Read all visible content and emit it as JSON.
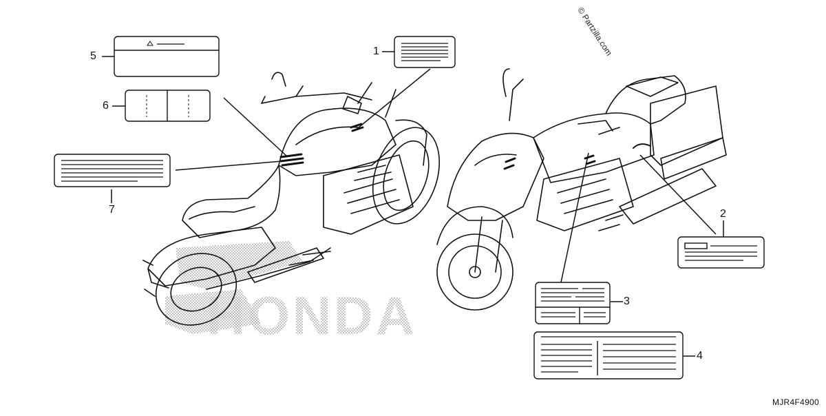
{
  "watermark": "© Partzilla.com",
  "diagram_code": "MJR4F4900",
  "brand_watermark": "HONDA",
  "callouts": [
    {
      "id": "1",
      "label": "1"
    },
    {
      "id": "2",
      "label": "2"
    },
    {
      "id": "3",
      "label": "3"
    },
    {
      "id": "4",
      "label": "4"
    },
    {
      "id": "5",
      "label": "5"
    },
    {
      "id": "6",
      "label": "6"
    },
    {
      "id": "7",
      "label": "7"
    }
  ]
}
